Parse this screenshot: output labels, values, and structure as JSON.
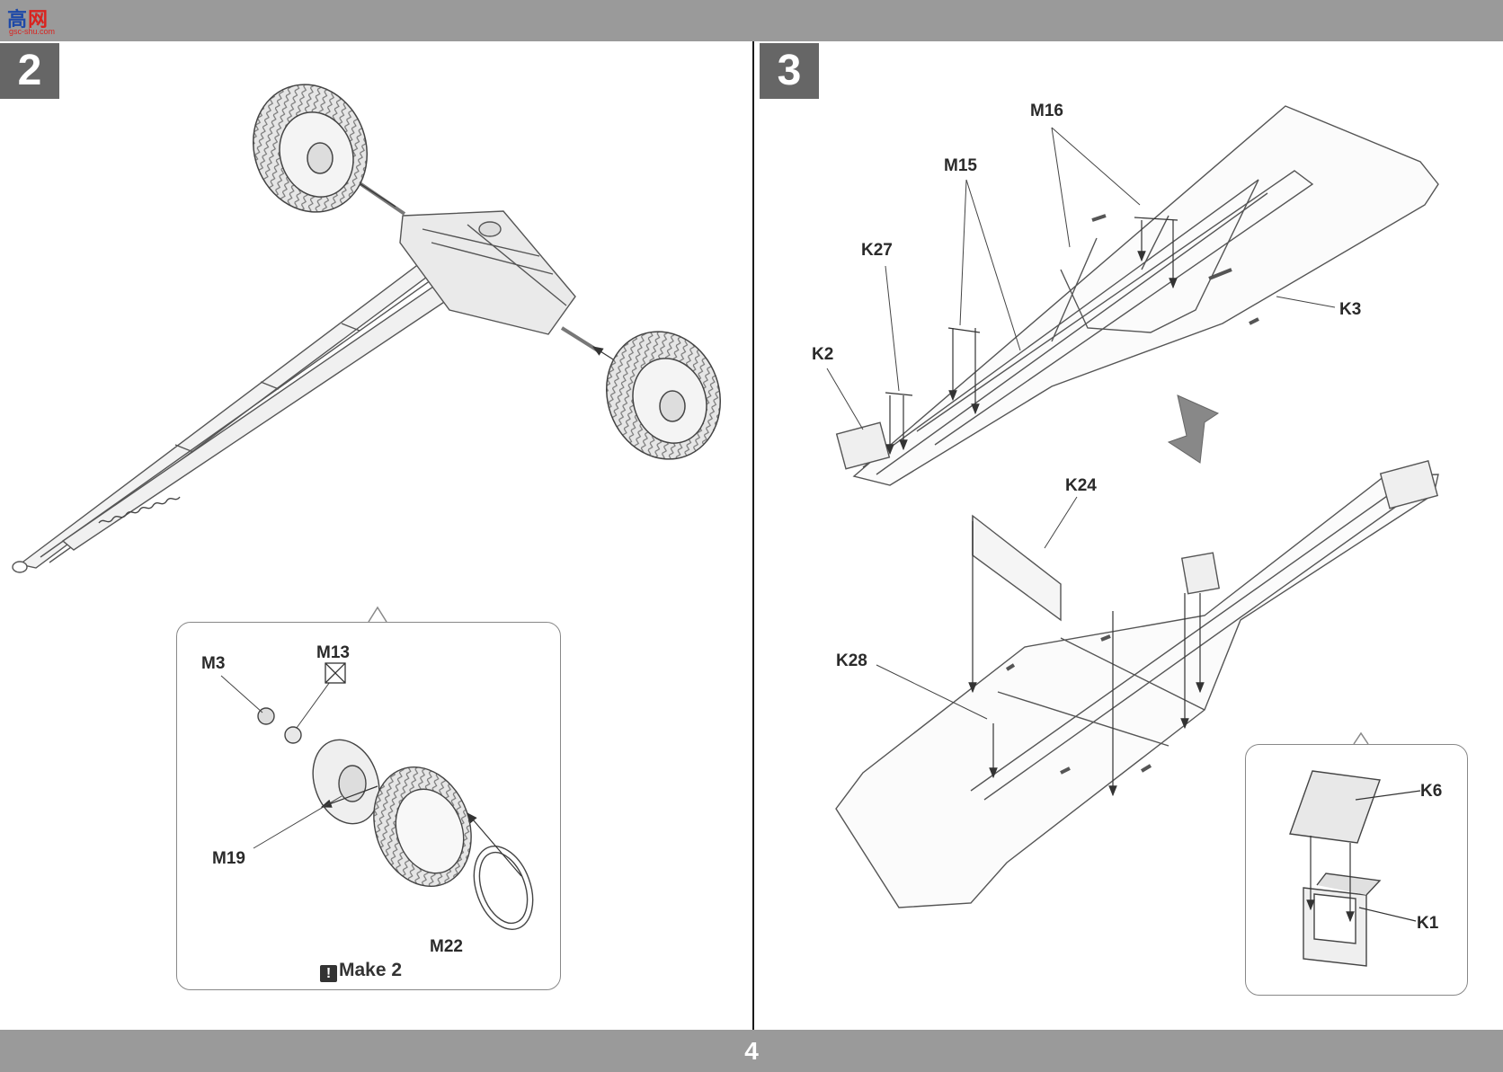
{
  "header": {
    "logo_main": "高",
    "logo_accent": "网",
    "logo_sub": "gsc-shu.com"
  },
  "footer": {
    "page_number": "4"
  },
  "steps": [
    {
      "number": "2",
      "detail_note": "Make 2",
      "warning_glyph": "!",
      "callouts": {
        "m3": "M3",
        "m13": "M13",
        "m19": "M19",
        "m22": "M22"
      }
    },
    {
      "number": "3",
      "callouts": {
        "m16": "M16",
        "m15": "M15",
        "k27": "K27",
        "k2": "K2",
        "k3": "K3",
        "k24": "K24",
        "k28": "K28",
        "k6": "K6",
        "k1": "K1"
      }
    }
  ],
  "colors": {
    "band": "#9a9a9a",
    "step_box": "#666666",
    "line": "#555555",
    "part_fill": "#ececec"
  }
}
